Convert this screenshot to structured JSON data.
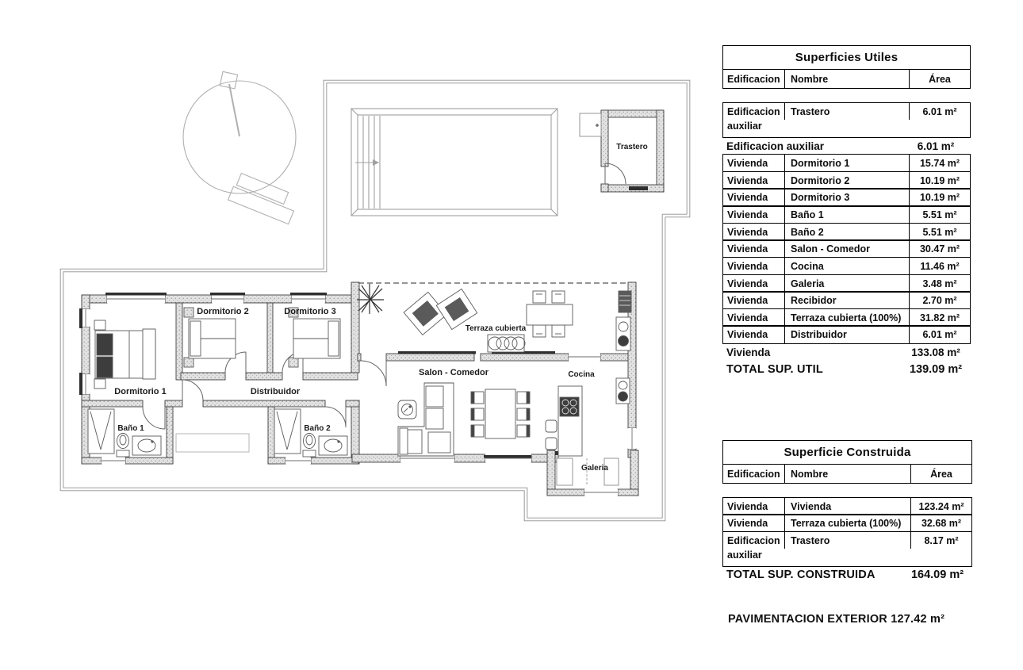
{
  "plan": {
    "rooms": {
      "dormitorio1": "Dormitorio 1",
      "dormitorio2": "Dormitorio 2",
      "dormitorio3": "Dormitorio 3",
      "bano1": "Baño 1",
      "bano2": "Baño 2",
      "distribuidor": "Distribuidor",
      "salon_comedor": "Salon - Comedor",
      "cocina": "Cocina",
      "galeria": "Galeria",
      "terraza_cubierta": "Terraza cubierta",
      "trastero": "Trastero"
    },
    "colors": {
      "wall_fill": "#e2e2e2",
      "wall_line": "#3f3f3f",
      "thin_line": "#a8a8a8",
      "dark_item": "#3d3d3d",
      "text": "#1c1c1c"
    }
  },
  "tables": [
    {
      "title": "Superficies Utiles",
      "headers": [
        "Edificacion",
        "Nombre",
        "Área"
      ],
      "rows": [
        {
          "t": "g",
          "tall": true,
          "c": [
            "Edificacion auxiliar",
            "Trastero",
            "6.01 m²"
          ]
        },
        {
          "t": "s",
          "c": [
            "Edificacion auxiliar",
            "",
            "6.01 m²"
          ]
        },
        {
          "t": "r",
          "c": [
            "Vivienda",
            "Dormitorio 1",
            "15.74 m²"
          ]
        },
        {
          "t": "r",
          "c": [
            "Vivienda",
            "Dormitorio 2",
            "10.19 m²"
          ]
        },
        {
          "t": "r",
          "c": [
            "Vivienda",
            "Dormitorio 3",
            "10.19 m²"
          ]
        },
        {
          "t": "r",
          "c": [
            "Vivienda",
            "Baño 1",
            "5.51 m²"
          ]
        },
        {
          "t": "r",
          "c": [
            "Vivienda",
            "Baño 2",
            "5.51 m²"
          ]
        },
        {
          "t": "r",
          "c": [
            "Vivienda",
            "Salon - Comedor",
            "30.47 m²"
          ]
        },
        {
          "t": "r",
          "c": [
            "Vivienda",
            "Cocina",
            "11.46 m²"
          ]
        },
        {
          "t": "r",
          "c": [
            "Vivienda",
            "Galeria",
            "3.48 m²"
          ]
        },
        {
          "t": "r",
          "c": [
            "Vivienda",
            "Recibidor",
            "2.70 m²"
          ]
        },
        {
          "t": "r",
          "c": [
            "Vivienda",
            "Terraza cubierta (100%)",
            "31.82 m²"
          ]
        },
        {
          "t": "r",
          "c": [
            "Vivienda",
            "Distribuidor",
            "6.01 m²"
          ]
        },
        {
          "t": "s",
          "c": [
            "Vivienda",
            "",
            "133.08 m²"
          ]
        },
        {
          "t": "total",
          "c": [
            "TOTAL SUP. UTIL",
            "",
            "139.09 m²"
          ]
        }
      ]
    },
    {
      "title": "Superficie Construida",
      "headers": [
        "Edificacion",
        "Nombre",
        "Área"
      ],
      "rows": [
        {
          "t": "r",
          "c": [
            "Vivienda",
            "Vivienda",
            "123.24 m²"
          ]
        },
        {
          "t": "r",
          "c": [
            "Vivienda",
            "Terraza cubierta (100%)",
            "32.68 m²"
          ]
        },
        {
          "t": "g",
          "tall": true,
          "c": [
            "Edificacion auxiliar",
            "Trastero",
            "8.17 m²"
          ]
        },
        {
          "t": "total",
          "c": [
            "TOTAL SUP. CONSTRUIDA",
            "",
            "164.09 m²"
          ]
        }
      ]
    }
  ],
  "footer": {
    "pavimentacion_exterior": "PAVIMENTACION EXTERIOR 127.42 m²"
  }
}
